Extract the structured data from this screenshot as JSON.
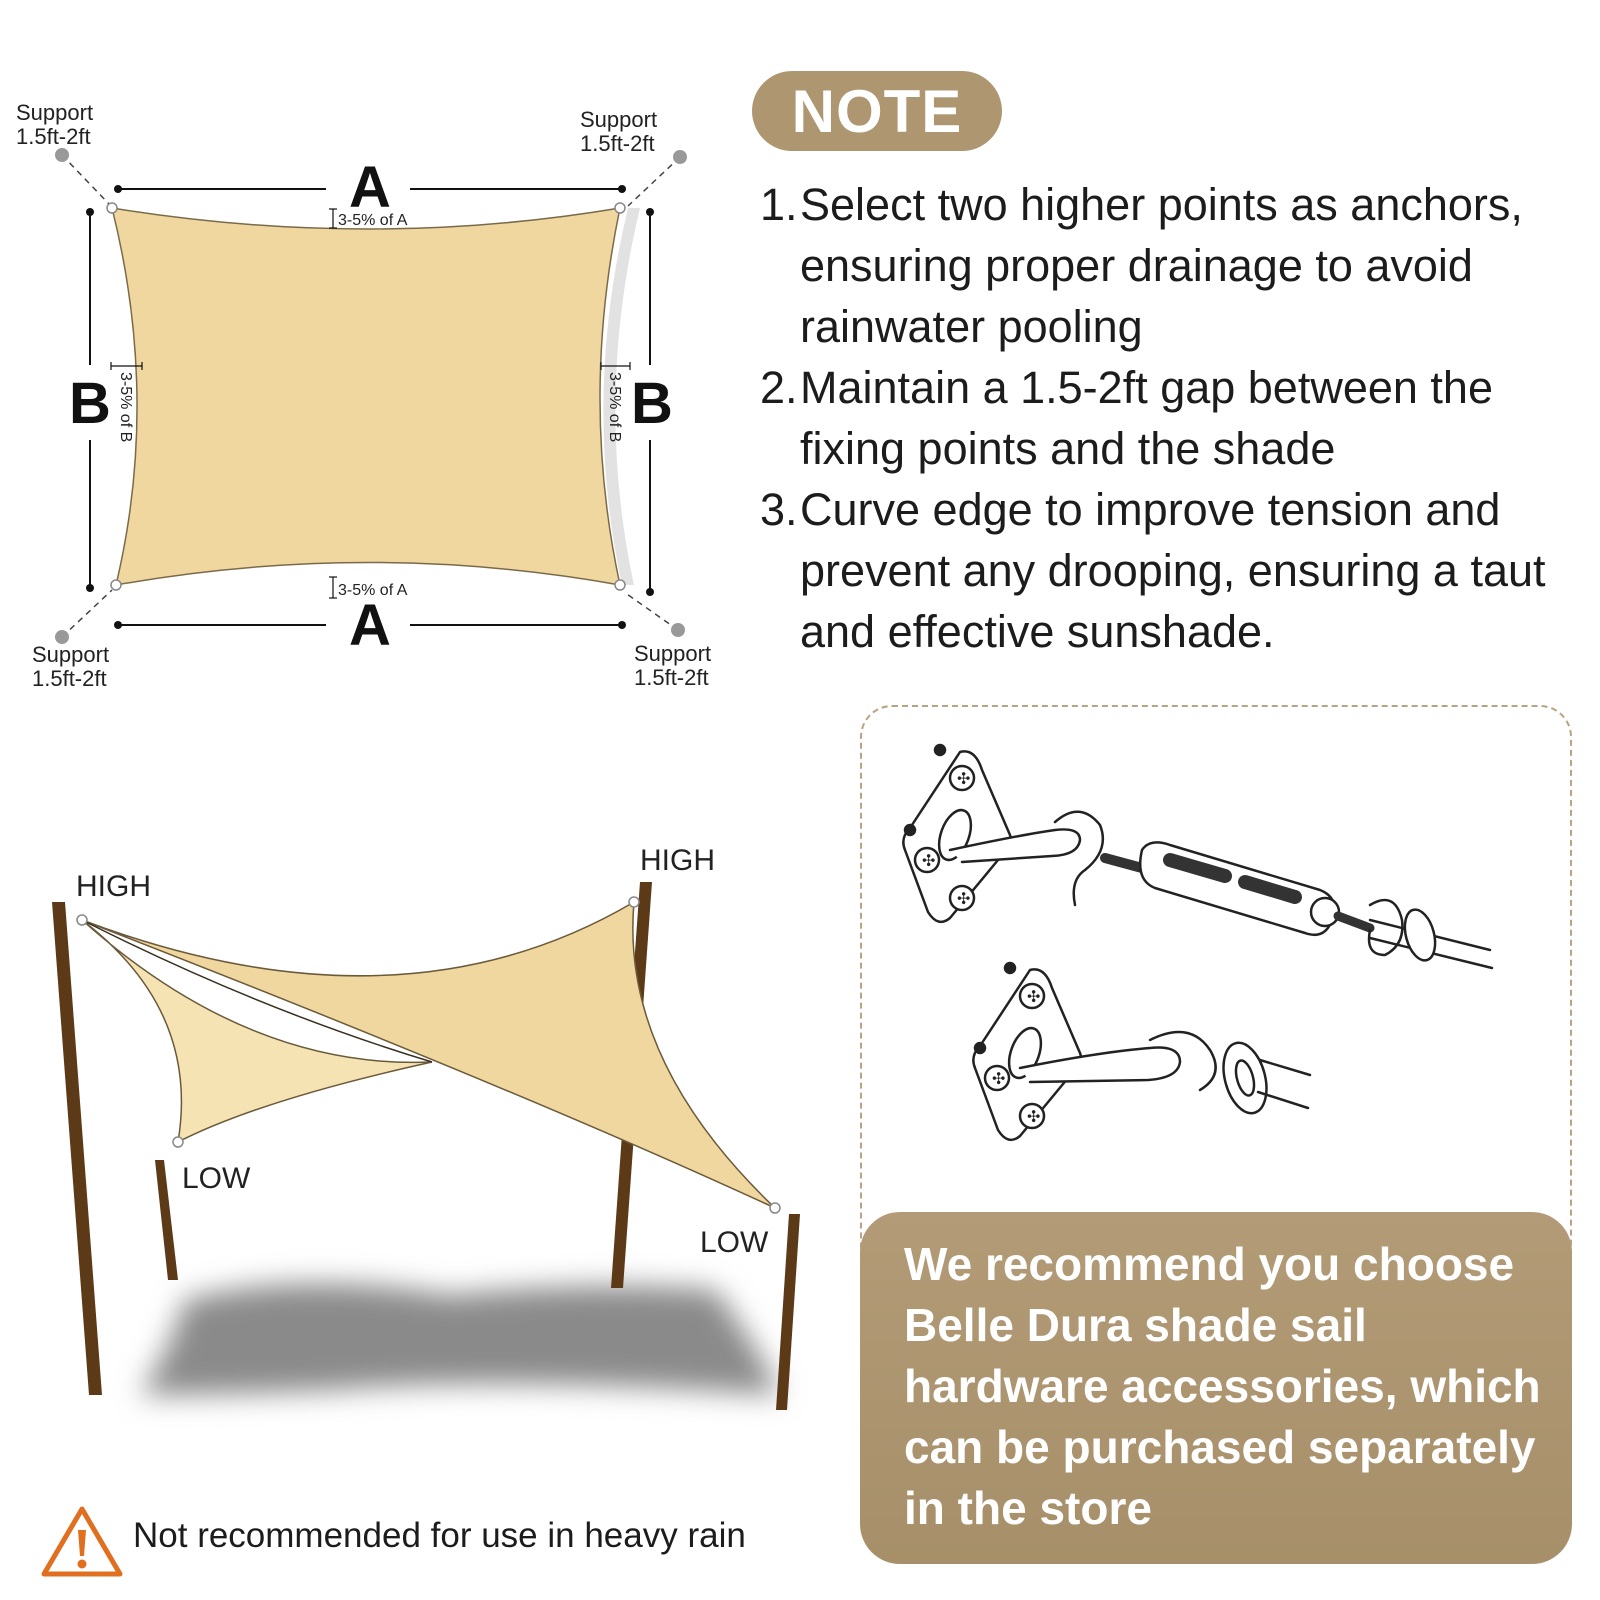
{
  "sail_diagram": {
    "support_labels": [
      "Support\n1.5ft-2ft",
      "Support\n1.5ft-2ft",
      "Support\n1.5ft-2ft",
      "Support\n1.5ft-2ft"
    ],
    "support_line1": "Support",
    "support_line2": "1.5ft-2ft",
    "dim_a": "A",
    "dim_b": "B",
    "sag_a": "3-5% of A",
    "sag_b": "3-5% of B"
  },
  "note": {
    "badge": "NOTE",
    "items": [
      {
        "num": "1.",
        "text": "Select two higher points as anchors, ensuring proper drainage to avoid rainwater pooling"
      },
      {
        "num": "2.",
        "text": "Maintain a 1.5-2ft gap between the fixing points and the shade"
      },
      {
        "num": "3.",
        "text": "Curve edge to improve tension and prevent any drooping, ensuring a taut and effective sunshade."
      }
    ]
  },
  "install_diagram": {
    "high_left": "HIGH",
    "high_right": "HIGH",
    "low_left": "LOW",
    "low_right": "LOW"
  },
  "recommendation": {
    "text": "We recommend you choose Belle Dura shade sail hardware accessories, which can be purchased separately in the store"
  },
  "warning": {
    "text": "Not recommended for use in heavy rain",
    "icon": "warning-triangle-icon"
  },
  "colors": {
    "sail": "#f0d79f",
    "sail_light": "#f6e3b4",
    "accent": "#ad9670",
    "pole": "#5c3a17",
    "warning": "#e07020"
  }
}
